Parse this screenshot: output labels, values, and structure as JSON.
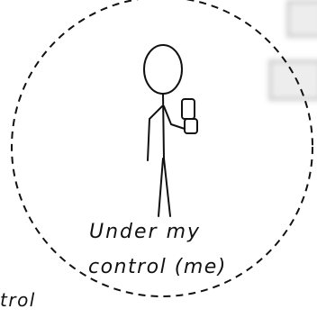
{
  "labels": {
    "circle_label_line1": "Under my",
    "circle_label_line2": "control (me)",
    "outside_label": "trol"
  },
  "colors": {
    "ink": "#111111",
    "background": "#ffffff",
    "shadow_box": "#d8d8d8"
  }
}
